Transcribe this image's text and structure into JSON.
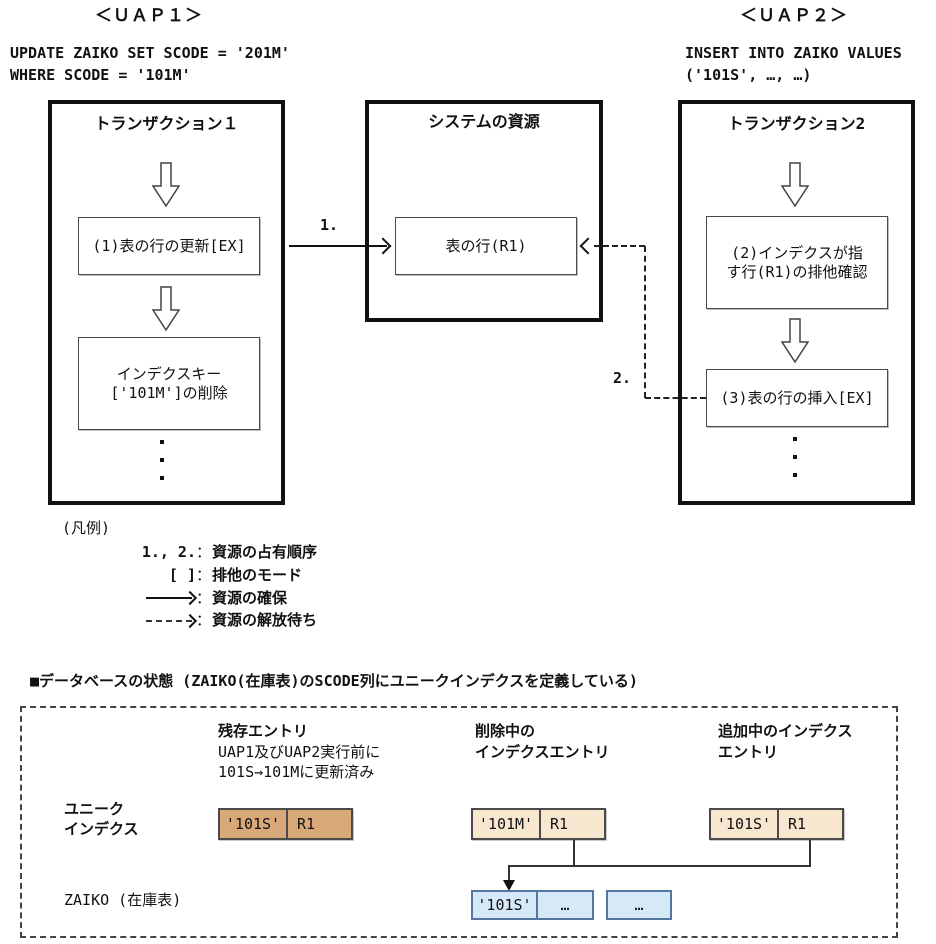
{
  "uap1": {
    "title": "＜ＵＡＰ１＞",
    "sql1": "UPDATE ZAIKO SET SCODE = '201M'",
    "sql2": "WHERE SCODE = '101M'"
  },
  "uap2": {
    "title": "＜ＵＡＰ２＞",
    "sql1": "INSERT INTO ZAIKO VALUES",
    "sql2": "('101S', …, …)"
  },
  "transaction1": {
    "title": "トランザクション１",
    "step1": "(1)表の行の更新[EX]",
    "step2_line1": "インデクスキー",
    "step2_line2": "['101M']の削除"
  },
  "system": {
    "title": "システムの資源",
    "resource": "表の行(R1)"
  },
  "transaction2": {
    "title": "トランザクション2",
    "step1_line1": "(2)インデクスが指",
    "step1_line2": "す行(R1)の排他確認",
    "step2": "(3)表の行の挿入[EX]"
  },
  "order_labels": {
    "first": "1.",
    "second": "2."
  },
  "legend": {
    "title": "(凡例)",
    "sep": "：",
    "items": [
      {
        "key": "1., 2.",
        "icon": "",
        "desc": "資源の占有順序"
      },
      {
        "key": "[ ]",
        "icon": "",
        "desc": "排他のモード"
      },
      {
        "key": "",
        "icon": "solid-right-arrow",
        "desc": "資源の確保"
      },
      {
        "key": "",
        "icon": "dashed-right-arrow",
        "desc": "資源の解放待ち"
      }
    ]
  },
  "db_state": {
    "heading": "■データベースの状態 (ZAIKO(在庫表)のSCODE列にユニークインデクスを定義している)",
    "col_remaining": {
      "title": "残存エントリ",
      "note1": "UAP1及びUAP2実行前に",
      "note2": "101S→101Mに更新済み"
    },
    "col_deleting": {
      "line1": "削除中の",
      "line2": "インデクスエントリ"
    },
    "col_adding": {
      "line1": "追加中のインデクス",
      "line2": "エントリ"
    },
    "unique_index_label": {
      "line1": "ユニーク",
      "line2": "インデクス"
    },
    "zaiko_label": "ZAIKO (在庫表)",
    "entries": {
      "remaining": {
        "key": "'101S'",
        "ref": "R1"
      },
      "deleting": {
        "key": "'101M'",
        "ref": "R1"
      },
      "adding": {
        "key": "'101S'",
        "ref": "R1"
      }
    },
    "zaiko_row": [
      "'101S'",
      "…",
      "…"
    ],
    "colors": {
      "remaining_bg": "#d9a879",
      "entry_bg": "#f8e7cf",
      "zaiko_bg": "#d6e9f8"
    }
  }
}
